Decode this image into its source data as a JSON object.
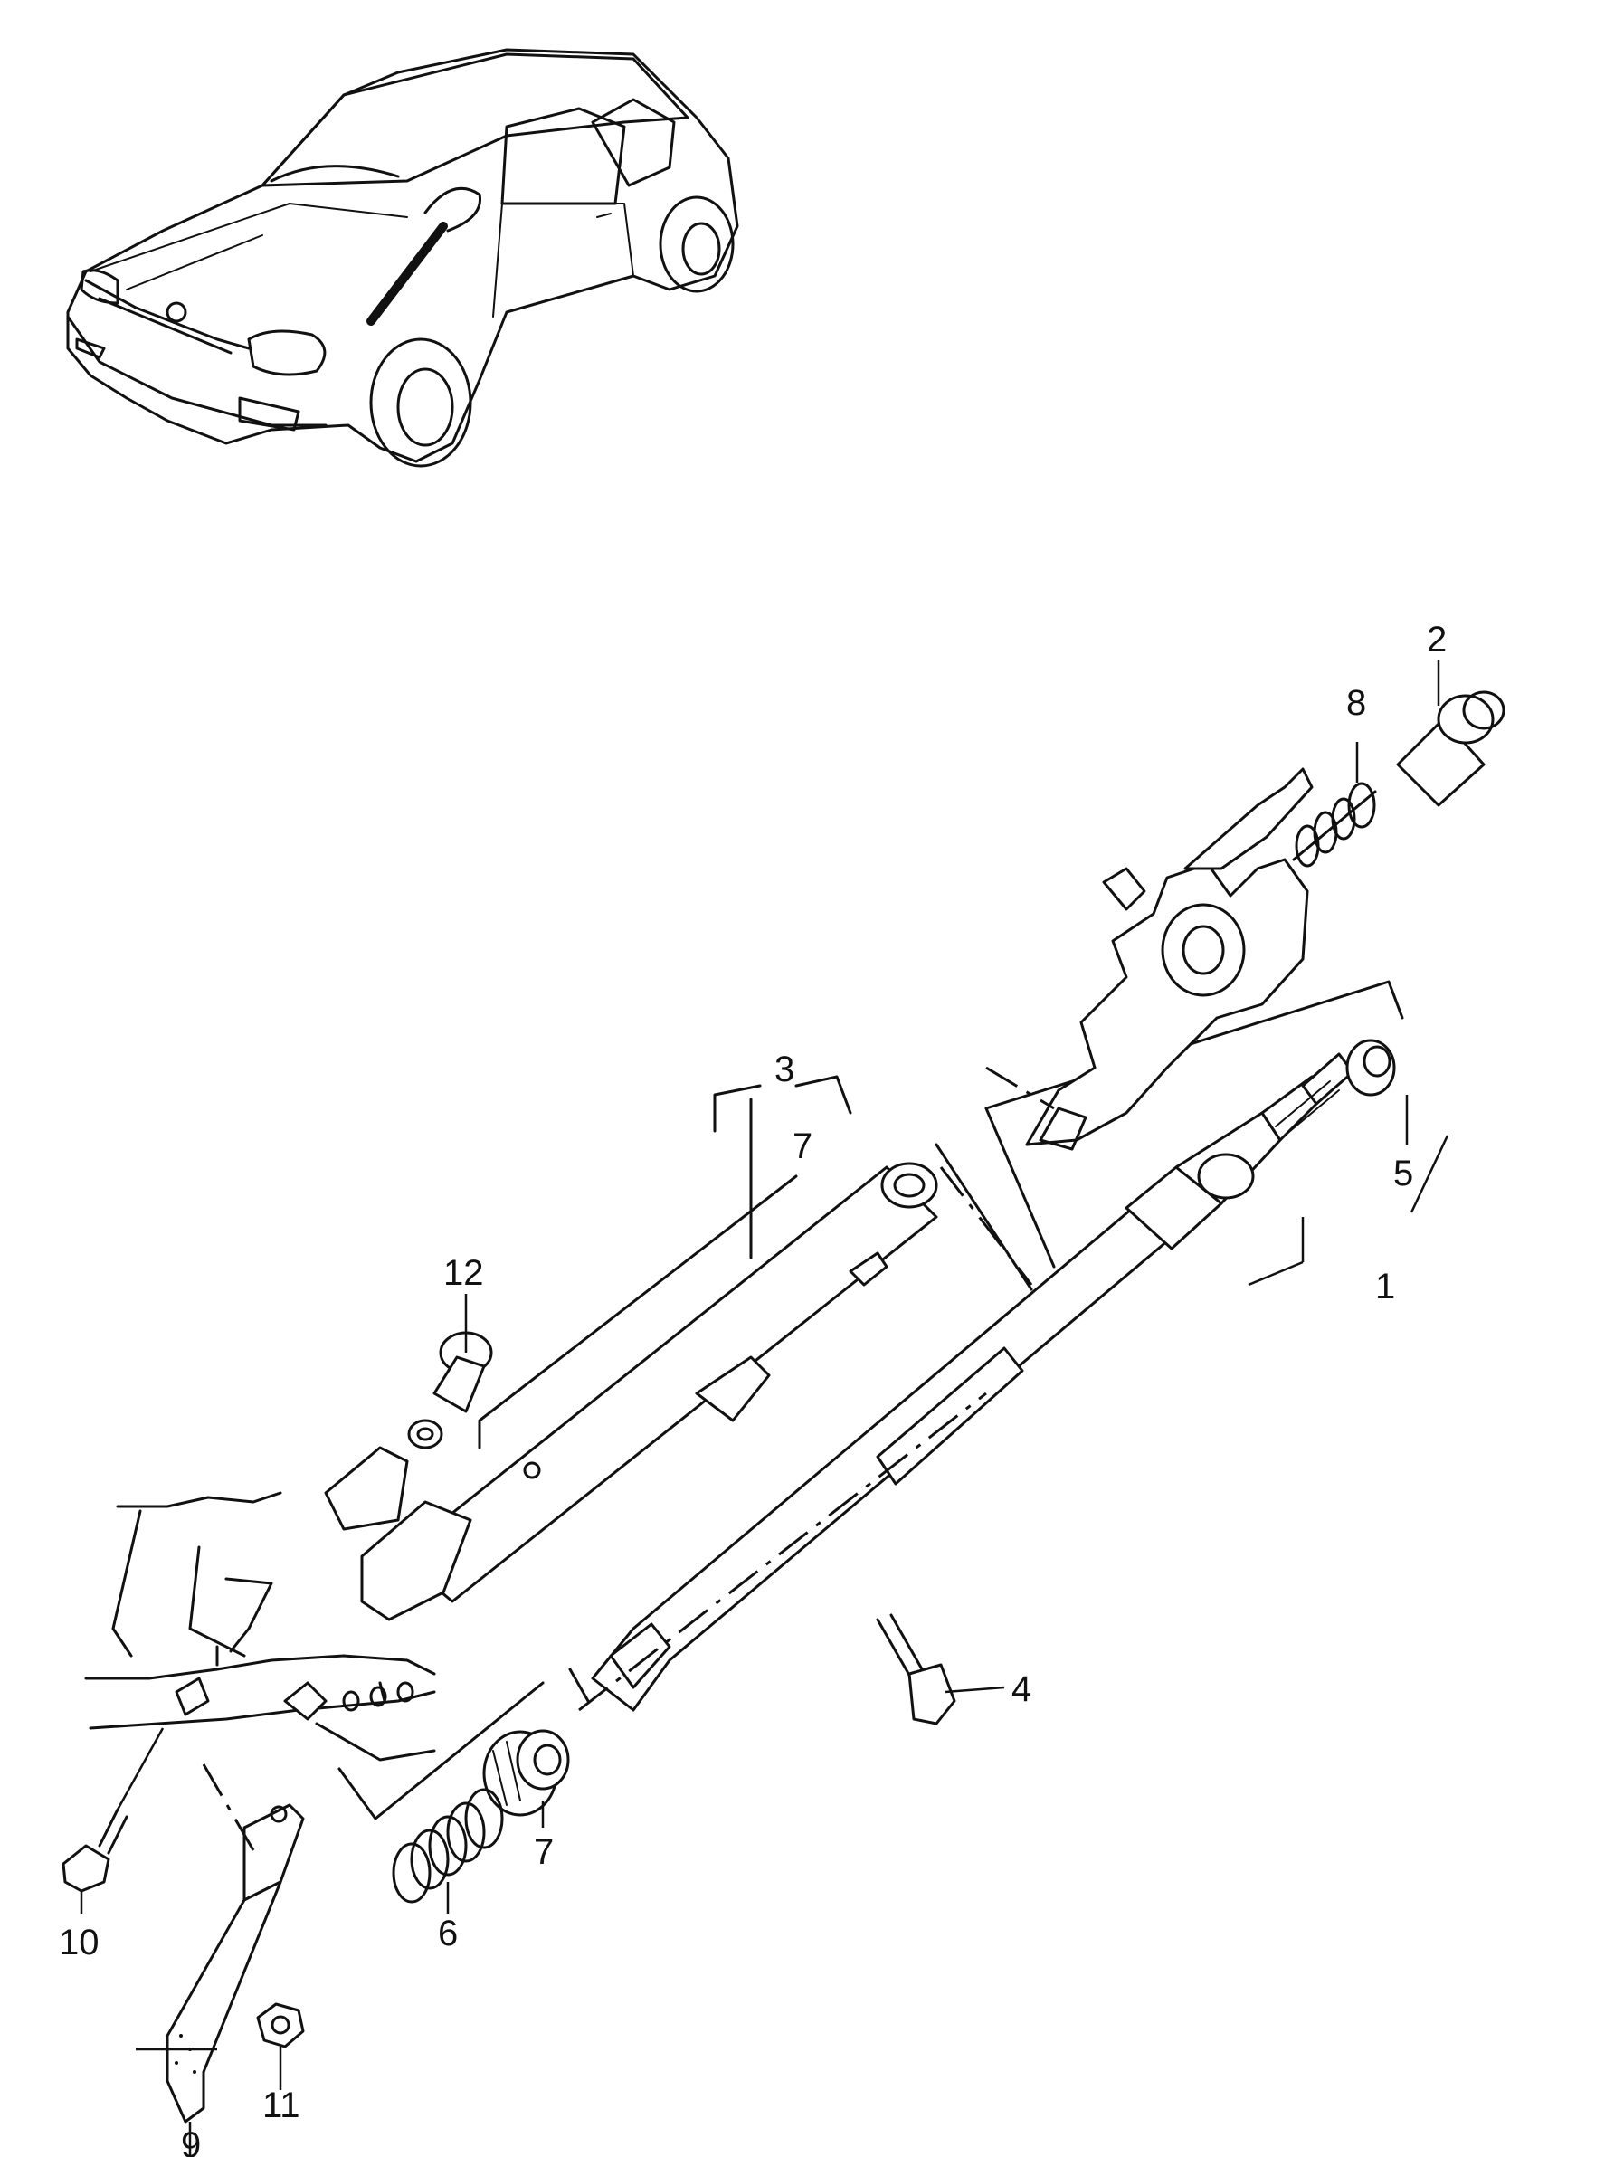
{
  "callouts": [
    {
      "id": "1",
      "label": "1"
    },
    {
      "id": "2",
      "label": "2"
    },
    {
      "id": "3",
      "label": "3"
    },
    {
      "id": "4",
      "label": "4"
    },
    {
      "id": "5",
      "label": "5"
    },
    {
      "id": "6",
      "label": "6"
    },
    {
      "id": "7a",
      "label": "7"
    },
    {
      "id": "7b",
      "label": "7"
    },
    {
      "id": "8",
      "label": "8"
    },
    {
      "id": "9",
      "label": "9"
    },
    {
      "id": "10",
      "label": "10"
    },
    {
      "id": "11",
      "label": "11"
    },
    {
      "id": "12",
      "label": "12"
    }
  ]
}
